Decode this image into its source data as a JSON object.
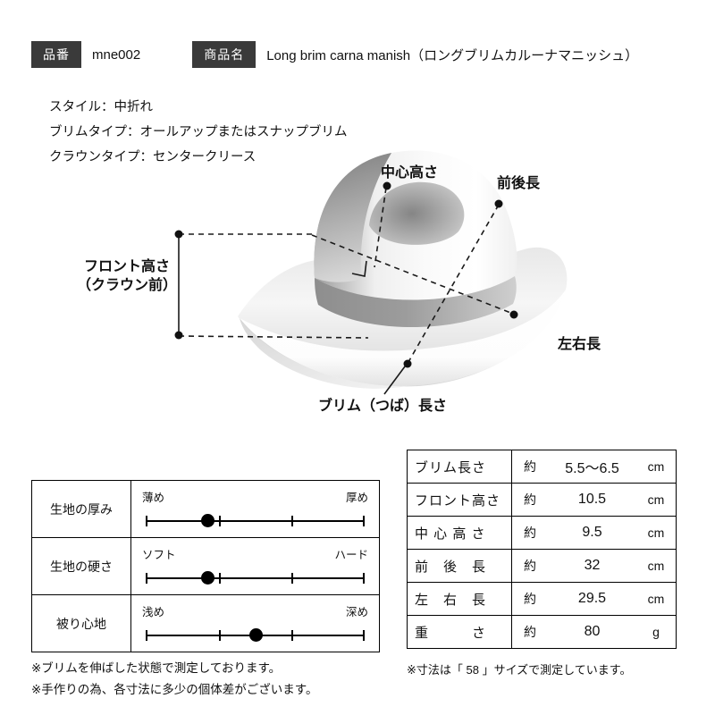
{
  "colors": {
    "tag_bg": "#3a3a3a",
    "ink": "#111111",
    "border": "#000000"
  },
  "header": {
    "item_no_label": "品番",
    "item_no": "mne002",
    "name_label": "商品名",
    "name": "Long brim carna manish（ロングブリムカルーナマニッシュ）"
  },
  "details": {
    "style": "スタイル：中折れ",
    "brim_type": "ブリムタイプ：オールアップまたはスナップブリム",
    "crown_type": "クラウンタイプ：センタークリース"
  },
  "diagram": {
    "center_height": "中心高さ",
    "front_back_length": "前後長",
    "front_height_line1": "フロント高さ",
    "front_height_line2": "（クラウン前）",
    "left_right_length": "左右長",
    "brim_length": "ブリム（つば）長さ"
  },
  "sliders": {
    "rows": [
      {
        "label": "生地の厚み",
        "min": "薄め",
        "max": "厚め",
        "pct": 28
      },
      {
        "label": "生地の硬さ",
        "min": "ソフト",
        "max": "ハード",
        "pct": 28
      },
      {
        "label": "被り心地",
        "min": "浅め",
        "max": "深め",
        "pct": 50
      }
    ]
  },
  "spec": {
    "rows": [
      {
        "label": "ブリム長さ",
        "approx": "約",
        "value": "5.5～6.5",
        "unit": "cm"
      },
      {
        "label": "フロント高さ",
        "approx": "約",
        "value": "10.5",
        "unit": "cm"
      },
      {
        "label": "中 心 高 さ",
        "approx": "約",
        "value": "9.5",
        "unit": "cm"
      },
      {
        "label": "前　後　長",
        "approx": "約",
        "value": "32",
        "unit": "cm"
      },
      {
        "label": "左　右　長",
        "approx": "約",
        "value": "29.5",
        "unit": "cm"
      },
      {
        "label": "重　　　さ",
        "approx": "約",
        "value": "80",
        "unit": "g"
      }
    ]
  },
  "notes": {
    "note1": "※ブリムを伸ばした状態で測定しております。",
    "note2": "※手作りの為、各寸法に多少の個体差がございます。",
    "note3": "※寸法は「 58 」サイズで測定しています。"
  }
}
